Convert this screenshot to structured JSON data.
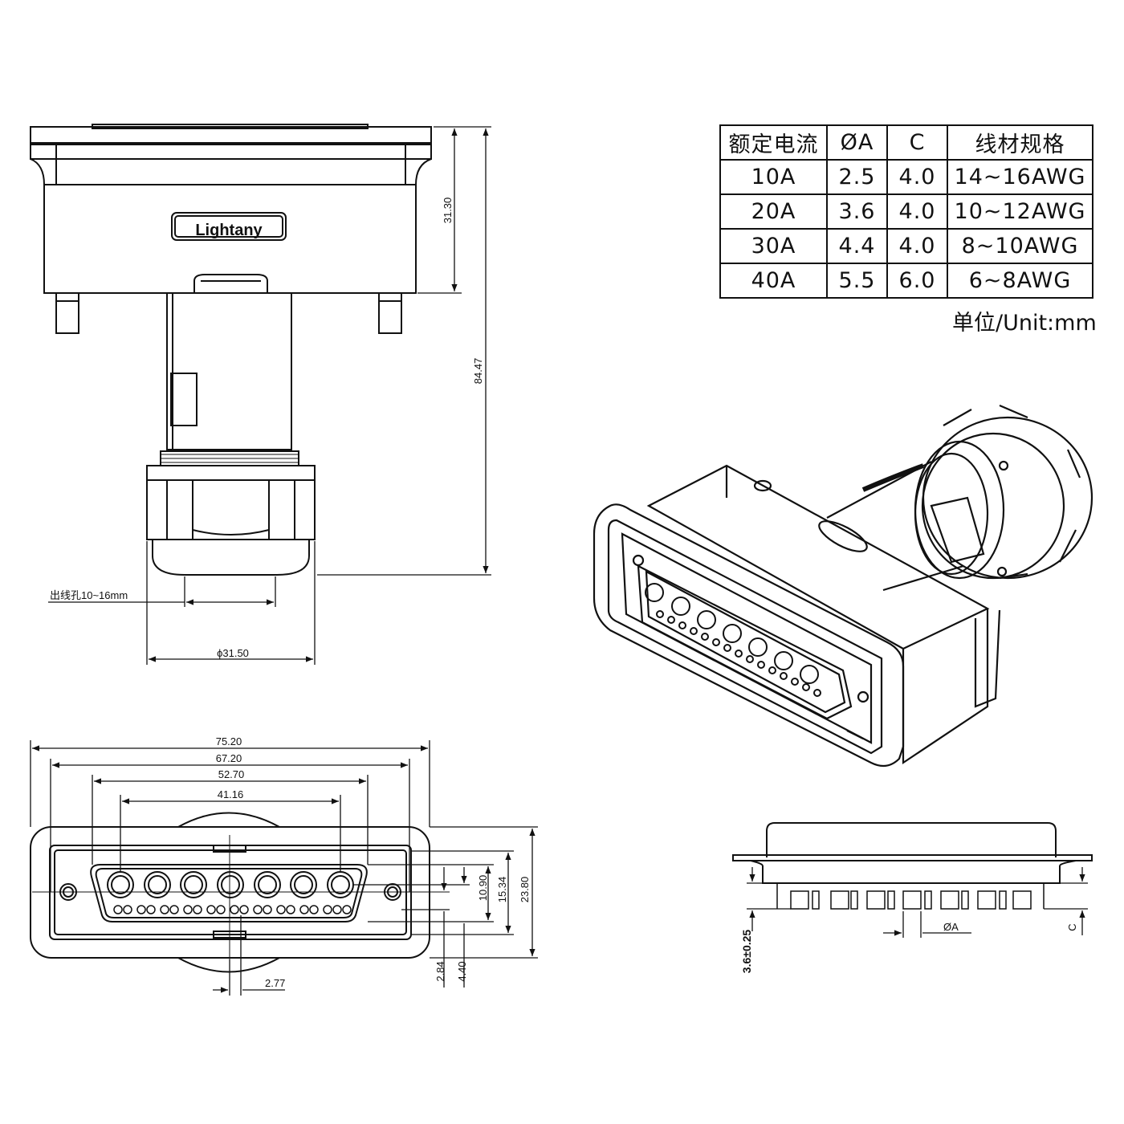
{
  "brand": {
    "logo_text": "Lightany"
  },
  "spec_table": {
    "headers": [
      "额定电流",
      "ØA",
      "C",
      "线材规格"
    ],
    "rows": [
      [
        "10A",
        "2.5",
        "4.0",
        "14~16AWG"
      ],
      [
        "20A",
        "3.6",
        "4.0",
        "10~12AWG"
      ],
      [
        "30A",
        "4.4",
        "4.0",
        "8~10AWG"
      ],
      [
        "40A",
        "5.5",
        "6.0",
        "6~8AWG"
      ]
    ],
    "unit_note": "单位/Unit:mm"
  },
  "dimensions": {
    "side_body_height": "31.30",
    "total_height": "84.47",
    "cable_hole": "出线孔10~16mm",
    "nut_diameter": "ϕ31.50",
    "overall_width": "75.20",
    "mount_hole_spacing": "67.20",
    "shell_width": "52.70",
    "pin_span": "41.16",
    "height_10_90": "10.90",
    "height_15_34": "15.34",
    "height_23_80": "23.80",
    "offset_2_84": "2.84",
    "offset_4_40": "4.40",
    "pitch_2_77": "2.77",
    "pin_length_tolerance": "3.6±0.25",
    "pin_diameter_label": "ØA",
    "c_label": "C"
  },
  "colors": {
    "line": "#111111",
    "background": "#ffffff"
  }
}
